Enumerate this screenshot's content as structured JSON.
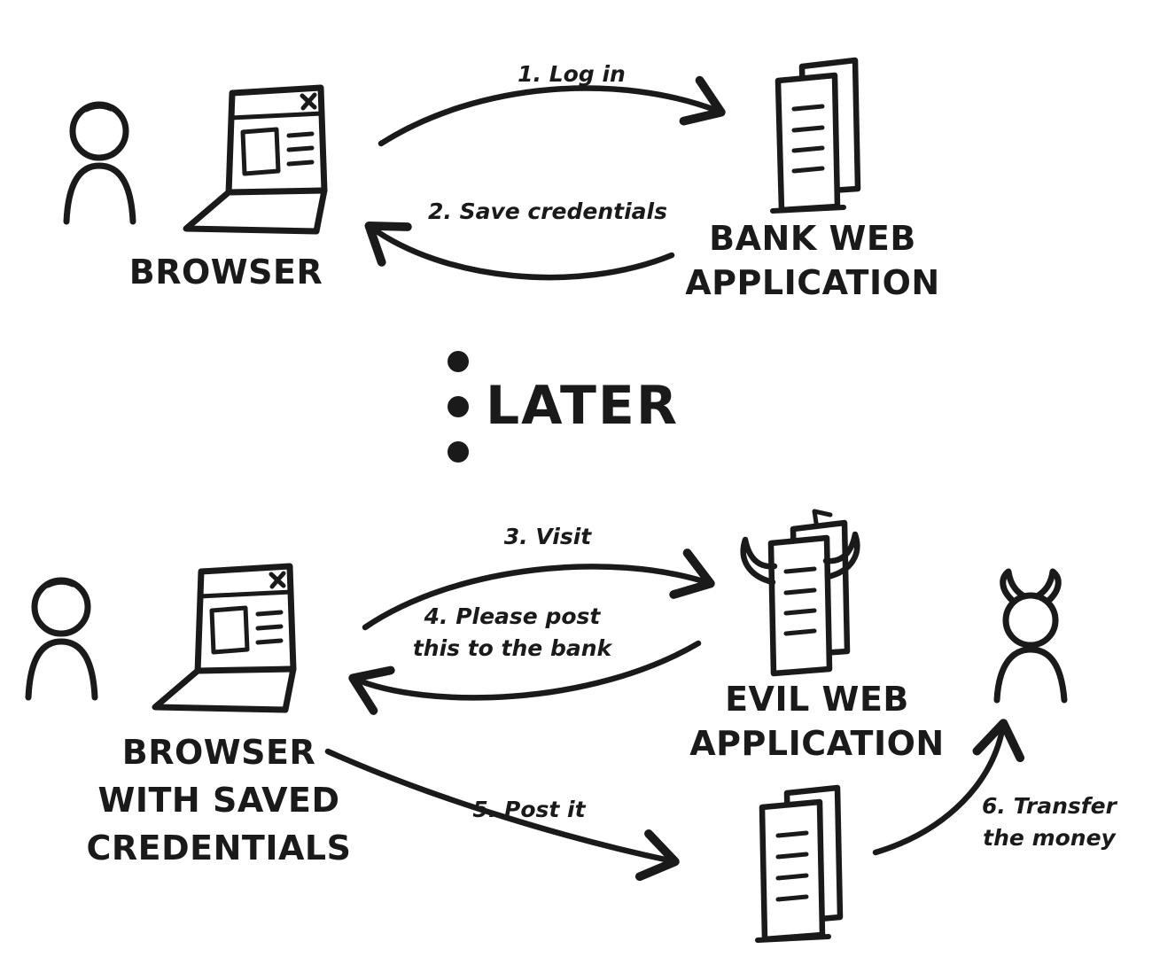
{
  "labels": {
    "browser_top": "BROWSER",
    "bank_line1": "BANK WEB",
    "bank_line2": "APPLICATION",
    "arrow1": "1. Log in",
    "arrow2": "2. Save credentials",
    "later": "LATER",
    "browser_bottom_line1": "BROWSER",
    "browser_bottom_line2": "WITH SAVED",
    "browser_bottom_line3": "CREDENTIALS",
    "arrow3": "3. Visit",
    "arrow4_line1": "4. Please post",
    "arrow4_line2": "this to the bank",
    "evil_line1": "EVIL WEB",
    "evil_line2": "APPLICATION",
    "arrow5": "5. Post it",
    "arrow6_line1": "6. Transfer",
    "arrow6_line2": "the money"
  },
  "colors": {
    "ink": "#1a1a1a",
    "background": "#ffffff"
  }
}
